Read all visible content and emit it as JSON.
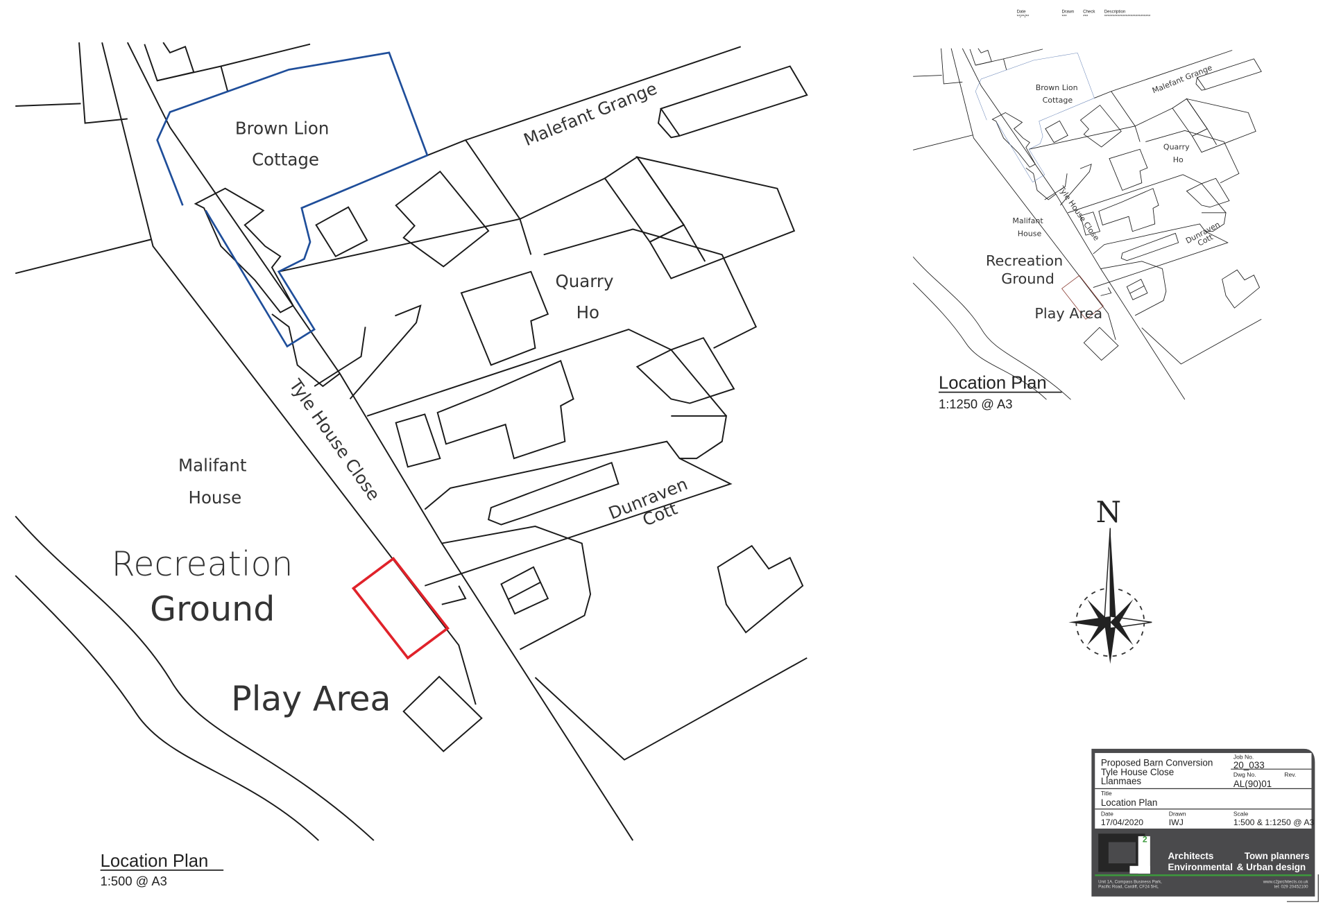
{
  "header": {
    "date_label": "Date",
    "date_value": "**/**/**",
    "drawn_label": "Drawn",
    "drawn_value": "***",
    "check_label": "Check",
    "check_value": "***",
    "description_label": "Description",
    "description_value": "****************************"
  },
  "main_plan": {
    "labels": {
      "brown_lion_1": "Brown Lion",
      "brown_lion_2": "Cottage",
      "malefant_grange": "Malefant Grange",
      "quarry_1": "Quarry",
      "quarry_2": "Ho",
      "tyle_house_close": "Tyle House Close",
      "malifant_1": "Malifant",
      "malifant_2": "House",
      "recreation_1": "Recreation",
      "recreation_2": "Ground",
      "play_area": "Play Area",
      "dunraven_1": "Dunraven",
      "dunraven_2": "Cott"
    },
    "title": "Location Plan",
    "scale": "1:500 @ A3"
  },
  "small_plan": {
    "labels": {
      "brown_lion_1": "Brown Lion",
      "brown_lion_2": "Cottage",
      "malefant_grange": "Malefant Grange",
      "quarry_1": "Quarry",
      "quarry_2": "Ho",
      "tyle_house_close": "Tyle House Close",
      "malifant_1": "Malifant",
      "malifant_2": "House",
      "recreation_1": "Recreation",
      "recreation_2": "Ground",
      "play_area": "Play Area",
      "dunraven_1": "Dunraven",
      "dunraven_2": "Cott"
    },
    "title": "Location Plan",
    "scale": "1:1250 @ A3"
  },
  "north_arrow": {
    "label": "N"
  },
  "colors": {
    "site_boundary": "#e0222a",
    "ownership_boundary": "#1f4e9a",
    "title_block_dark": "#4a4a4c",
    "accent_green": "#3c9a3c"
  },
  "title_block": {
    "project_lines": [
      "Proposed Barn Conversion",
      "Tyle House Close",
      "Llanmaes"
    ],
    "job_no_label": "Job No.",
    "job_no": "20_033",
    "dwg_no_label": "Dwg No.",
    "dwg_no": "AL(90)01",
    "rev_label": "Rev.",
    "title_label": "Title",
    "title": "Location Plan",
    "date_label": "Date",
    "date": "17/04/2020",
    "drawn_label": "Drawn",
    "drawn": "IWJ",
    "scale_label": "Scale",
    "scale": "1:500 & 1:1250 @ A3",
    "logo_text": "C2J",
    "tagline_1a": "Architects",
    "tagline_1b": "Town planners",
    "tagline_2a": "Environmental",
    "tagline_2b": "& Urban design",
    "address_1": "Unit 1A, Compass Business Park,",
    "address_2": "Pacific Road, Cardiff, CF24 5HL",
    "web": "www.c2jarchitects.co.uk",
    "tel": "tel: 029 20452100"
  }
}
